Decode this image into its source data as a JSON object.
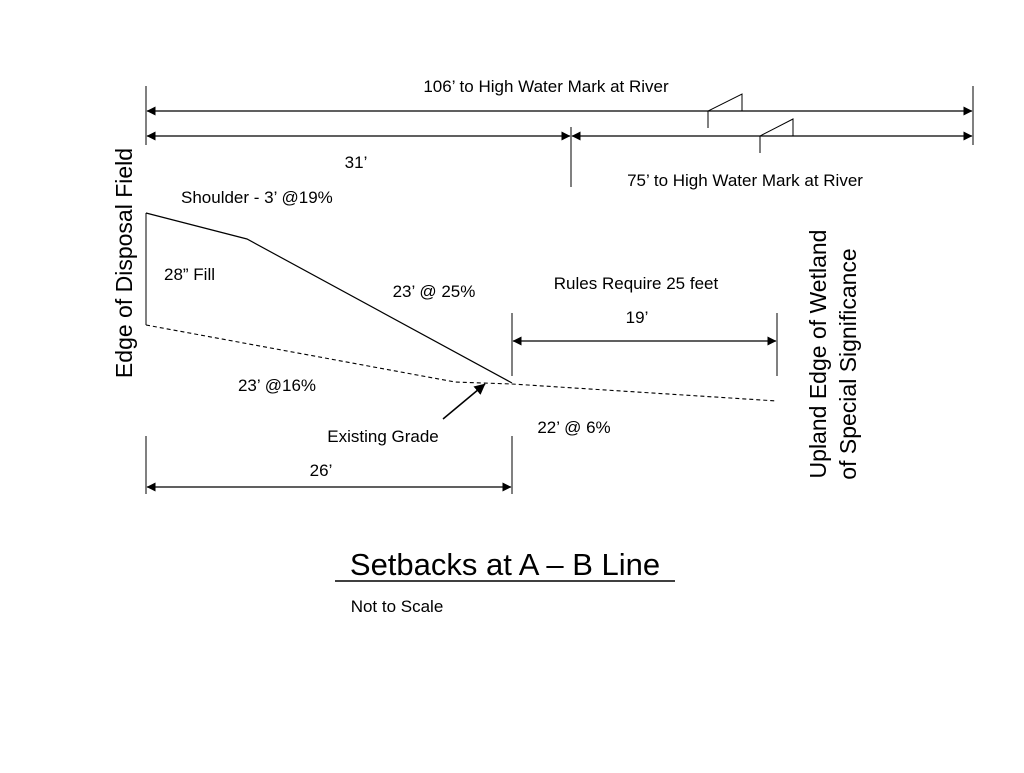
{
  "diagram": {
    "title": "Setbacks at A – B Line",
    "subtitle": "Not to Scale",
    "labels": {
      "dim_106": "106’ to High Water Mark at River",
      "dim_31": "31’",
      "dim_75": "75’ to High Water Mark at River",
      "shoulder": "Shoulder - 3’ @19%",
      "fill": "28” Fill",
      "slope_25": "23’ @ 25%",
      "rules": "Rules Require 25 feet",
      "dim_19": "19’",
      "slope_16": "23’ @16%",
      "existing_grade": "Existing Grade",
      "slope_6": "22’ @ 6%",
      "dim_26": "26’",
      "edge_disposal": "Edge of Disposal Field",
      "wetland_line1": "Upland Edge of Wetland",
      "wetland_line2": "of Special Significance"
    }
  }
}
